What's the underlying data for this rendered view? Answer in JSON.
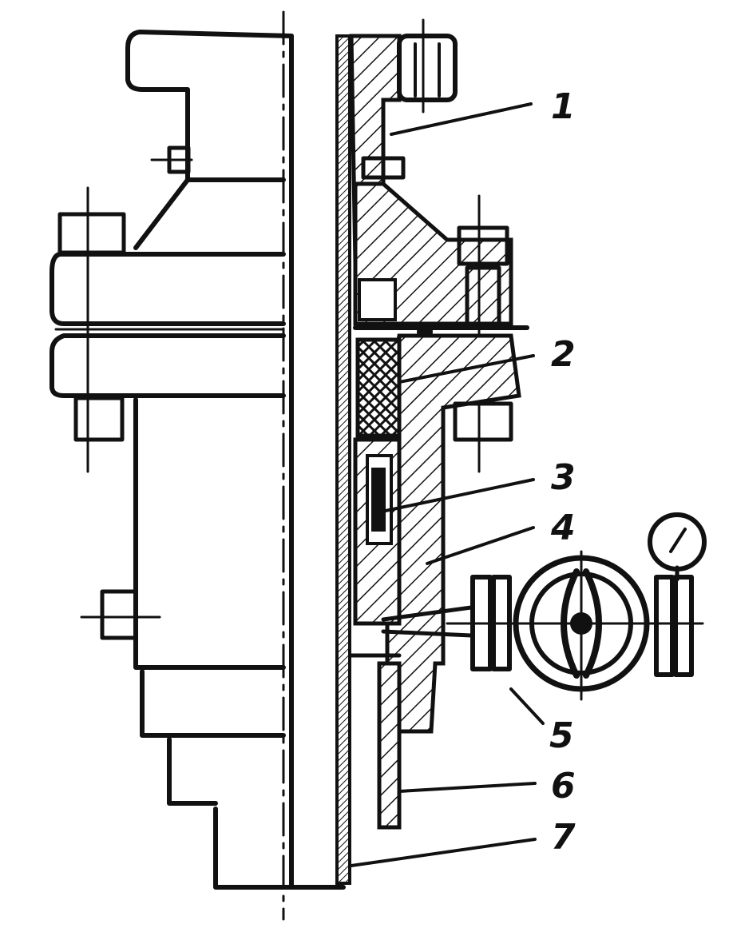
{
  "diagram": {
    "kind": "engineering cross-section drawing",
    "colors": {
      "ink": "#111111",
      "paper": "#ffffff"
    },
    "callouts": [
      {
        "id": "1",
        "label": "1"
      },
      {
        "id": "2",
        "label": "2"
      },
      {
        "id": "3",
        "label": "3"
      },
      {
        "id": "4",
        "label": "4"
      },
      {
        "id": "5",
        "label": "5"
      },
      {
        "id": "6",
        "label": "6"
      },
      {
        "id": "7",
        "label": "7"
      }
    ]
  }
}
